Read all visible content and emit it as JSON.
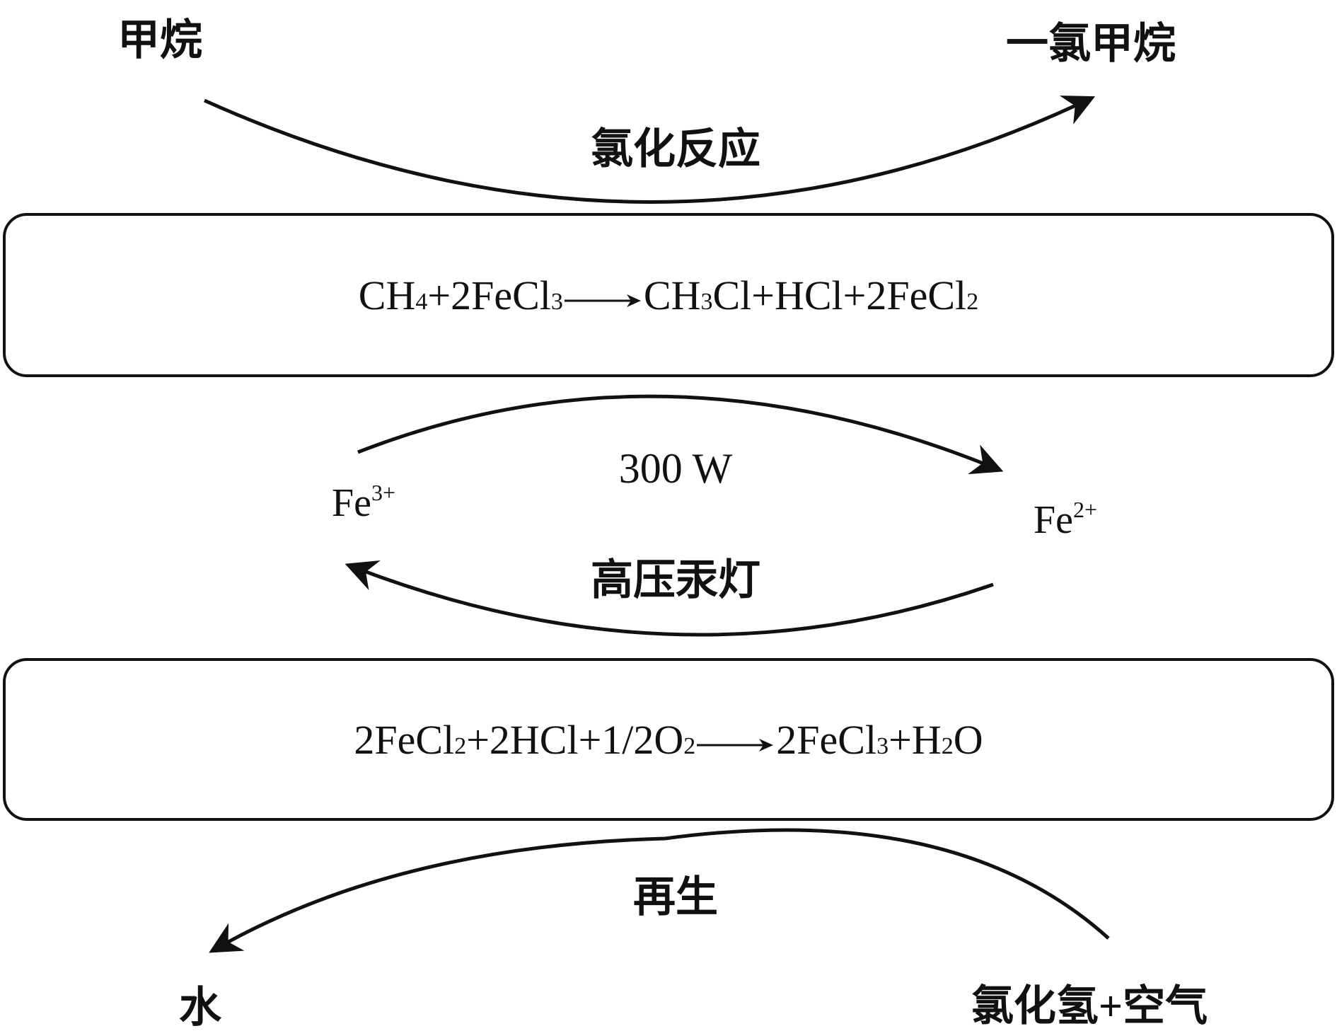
{
  "labels": {
    "methane": "甲烷",
    "chloromethane": "一氯甲烷",
    "chlorination": "氯化反应",
    "power": "300 W",
    "lamp": "高压汞灯",
    "regeneration": "再生",
    "water": "水",
    "hcl_air": "氯化氢+空气"
  },
  "ions": {
    "fe3": {
      "base": "Fe",
      "charge": "3+"
    },
    "fe2": {
      "base": "Fe",
      "charge": "2+"
    }
  },
  "equations": {
    "reaction1": [
      {
        "t": "CH"
      },
      {
        "sub": "4"
      },
      {
        "t": "+2FeCl"
      },
      {
        "sub": "3"
      },
      {
        "arrow": true
      },
      {
        "t": "CH"
      },
      {
        "sub": "3"
      },
      {
        "t": "Cl+HCl+2FeCl"
      },
      {
        "sub": "2"
      }
    ],
    "reaction2": [
      {
        "t": "2FeCl"
      },
      {
        "sub": "2"
      },
      {
        "t": "+2HCl+1/2O"
      },
      {
        "sub": "2"
      },
      {
        "arrow": true
      },
      {
        "t": "2FeCl"
      },
      {
        "sub": "3"
      },
      {
        "t": "+H"
      },
      {
        "sub": "2"
      },
      {
        "t": "O"
      }
    ]
  }
}
